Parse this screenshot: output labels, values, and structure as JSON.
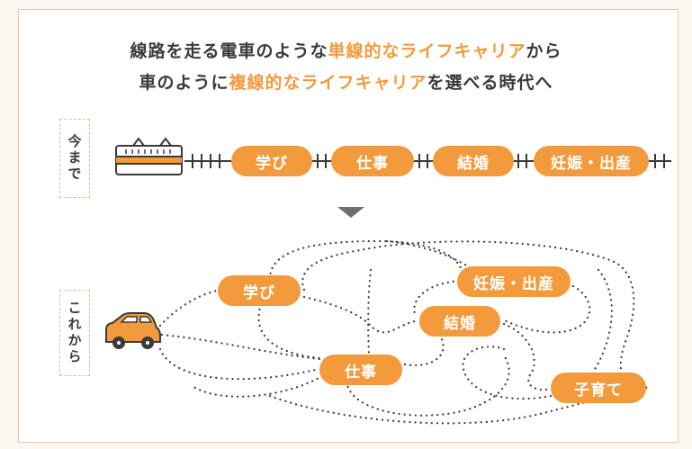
{
  "heading": {
    "line1_pre": "線路を走る電車のような",
    "line1_hl": "単線的なライフキャリア",
    "line1_post": "から",
    "line2_pre": "車のように",
    "line2_hl": "複線的なライフキャリア",
    "line2_post": "を選べる時代へ"
  },
  "now": {
    "label": "今まで",
    "stages": [
      "学び",
      "仕事",
      "結婚",
      "妊娠・出産"
    ]
  },
  "future": {
    "label": "これから",
    "stages": [
      "学び",
      "妊娠・出産",
      "結婚",
      "仕事",
      "子育て"
    ]
  },
  "colors": {
    "accent": "#f39a3c",
    "text": "#3a3a3a",
    "line": "#3a3a3a"
  },
  "icons": [
    "train-icon",
    "car-icon",
    "down-arrow-icon"
  ]
}
